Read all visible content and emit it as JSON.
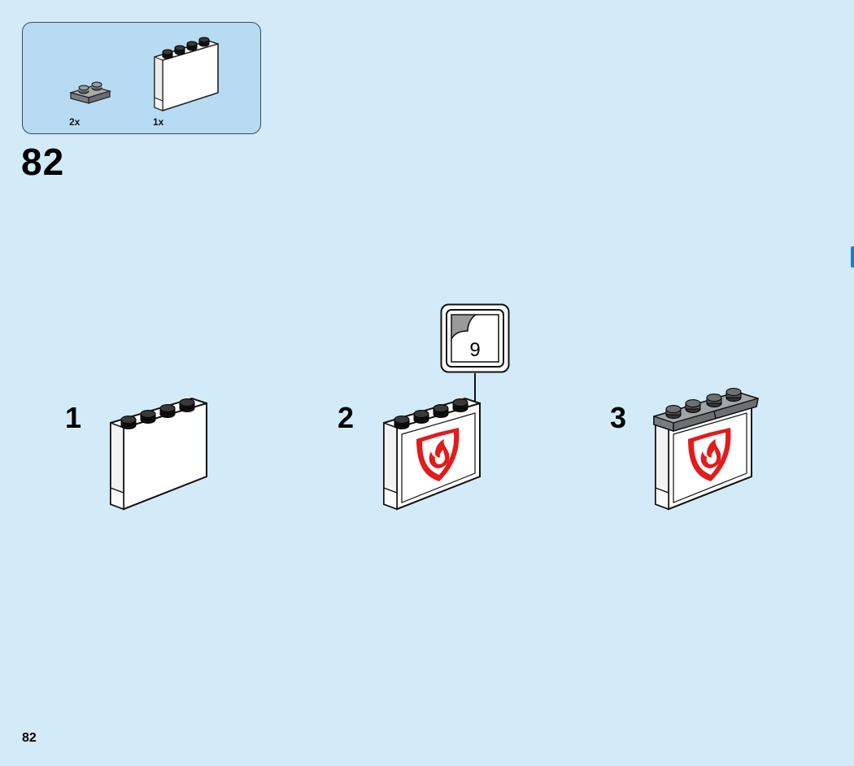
{
  "parts_list": {
    "items": [
      {
        "name": "grey-plate-1x2",
        "quantity": "2x",
        "color": "#8d8f91"
      },
      {
        "name": "white-panel-1x4x3",
        "quantity": "1x",
        "color": "#ffffff"
      }
    ]
  },
  "step": {
    "number": "82"
  },
  "substeps": [
    {
      "number": "1"
    },
    {
      "number": "2"
    },
    {
      "number": "3"
    }
  ],
  "sticker": {
    "number": "9",
    "icon": "fire-extinguisher-sign-icon",
    "color": "#e21b1b"
  },
  "page": {
    "number": "82"
  },
  "colors": {
    "background": "#d3ebf9",
    "parts_box": "#b7dbf3",
    "stud": "#1b1b1b",
    "grey_plate": "#8d8f91",
    "sign_red": "#e21b1b"
  }
}
